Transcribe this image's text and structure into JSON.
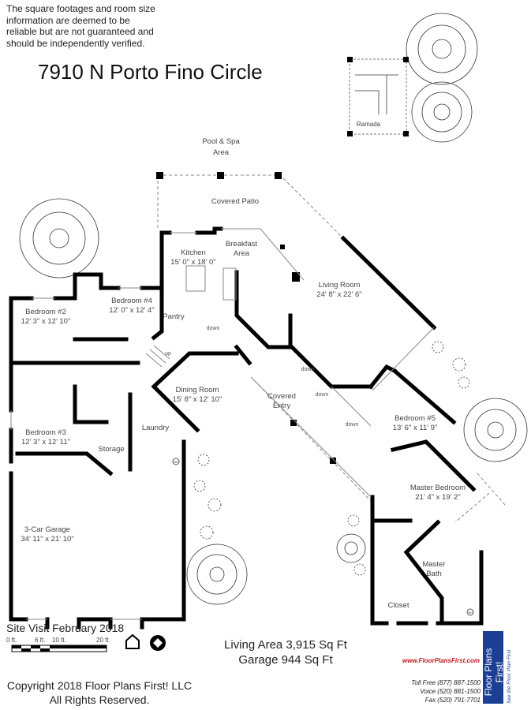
{
  "disclaimer": [
    "The square footages and room size",
    "information are deemed to be",
    "reliable but are not guaranteed and",
    "should be independently verified."
  ],
  "title": "7910 N Porto Fino Circle",
  "areas": {
    "pool": [
      "Pool & Spa",
      "Area"
    ],
    "ramada": "Ramada",
    "covered_patio": "Covered Patio",
    "kitchen": [
      "Kitchen",
      "15' 0\" x 18' 0\""
    ],
    "breakfast": [
      "Breakfast",
      "Area"
    ],
    "living": [
      "Living Room",
      "24' 8\" x 22' 6\""
    ],
    "bedroom2": [
      "Bedroom #2",
      "12' 3\" x 12' 10\""
    ],
    "bedroom4": [
      "Bedroom #4",
      "12' 0\" x 12' 4\""
    ],
    "pantry": "Pantry",
    "dining": [
      "Dining Room",
      "15' 8\" x 12' 10\""
    ],
    "laundry": "Laundry",
    "storage": "Storage",
    "bedroom3": [
      "Bedroom #3",
      "12' 3\" x 12' 11\""
    ],
    "garage": [
      "3-Car Garage",
      "34' 11\" x 21' 10\""
    ],
    "covered_entry": [
      "Covered",
      "Entry"
    ],
    "bedroom5": [
      "Bedroom #5",
      "13' 6\" x 11' 9\""
    ],
    "master_bedroom": [
      "Master Bedroom",
      "21' 4\" x 19' 2\""
    ],
    "master_bath": [
      "Master",
      "Bath"
    ],
    "closet": "Closet",
    "down": "down",
    "up": "up",
    "wh": "WH"
  },
  "footer": {
    "site_visit": "Site Visit February 2018",
    "scale": [
      "0 ft.",
      "6 ft.",
      "10 ft.",
      "20 ft."
    ],
    "copyright": [
      "Copyright 2018 Floor Plans First! LLC",
      "All Rights Reserved."
    ],
    "living_area": "Living Area 3,915 Sq Ft",
    "garage_area": "Garage 944 Sq Ft",
    "website": "www.FloorPlansFirst.com",
    "phones": [
      "Toll Free (877) 887-1500",
      "Voice (520) 881-1500",
      "Fax (520) 791-7701"
    ],
    "logo": "Floor Plans First!",
    "logo_tagline": "See the Floor Plan First"
  },
  "colors": {
    "walls": "#000000",
    "logo_blue": "#1b3f95",
    "logo_red": "#c0161c"
  }
}
